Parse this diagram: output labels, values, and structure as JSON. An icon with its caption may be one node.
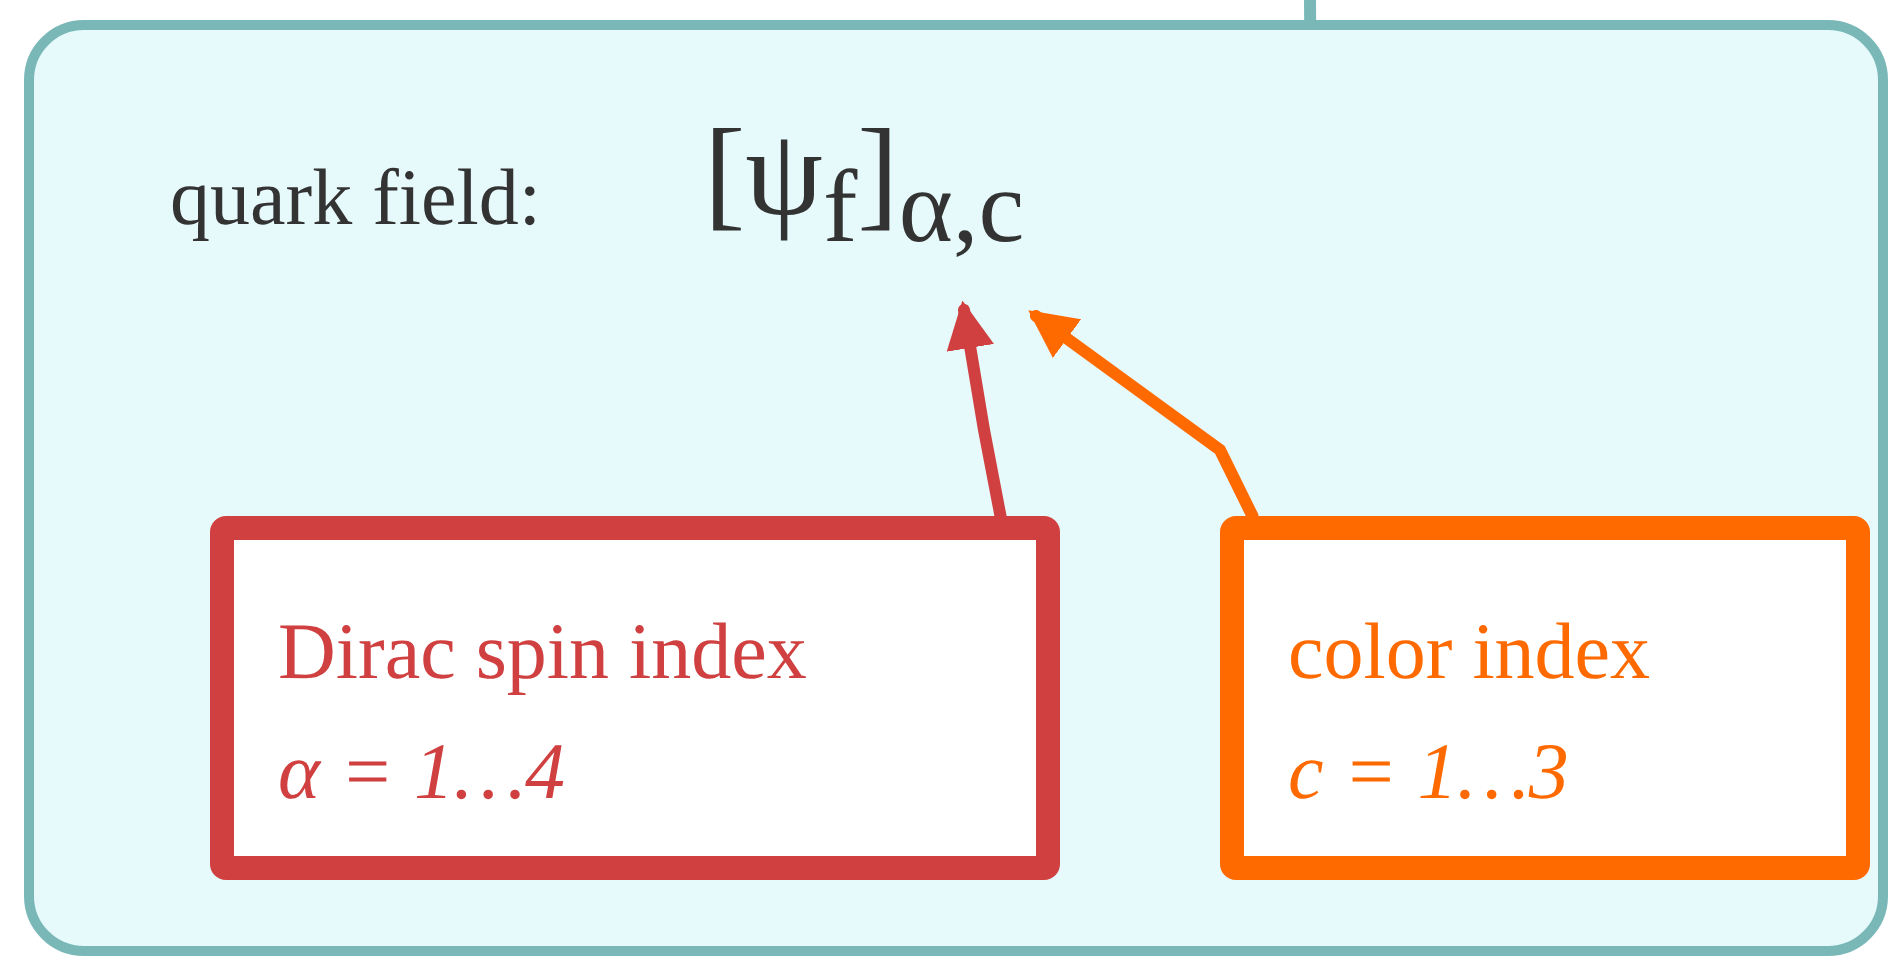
{
  "diagram": {
    "nodes": [
      {
        "text": [
          "quark field:",
          "[ψ$_{f}$]$_{α,c}$"
        ]
      },
      {
        "text": [
          "Dirac spin index",
          "α = 1…4"
        ],
        "in": 0
      },
      {
        "text": [
          "color index",
          "c = 1…3"
        ],
        "in": 0
      }
    ],
    "edges": [
      {
        "from": null,
        "to": 0,
        "arrow": "none",
        "color": "#7ab8b8"
      },
      {
        "from": 1,
        "to": null,
        "arrow": "to",
        "color": "#d04040"
      },
      {
        "from": 2,
        "to": null,
        "arrow": "to",
        "color": "#ff6a00"
      }
    ]
  }
}
